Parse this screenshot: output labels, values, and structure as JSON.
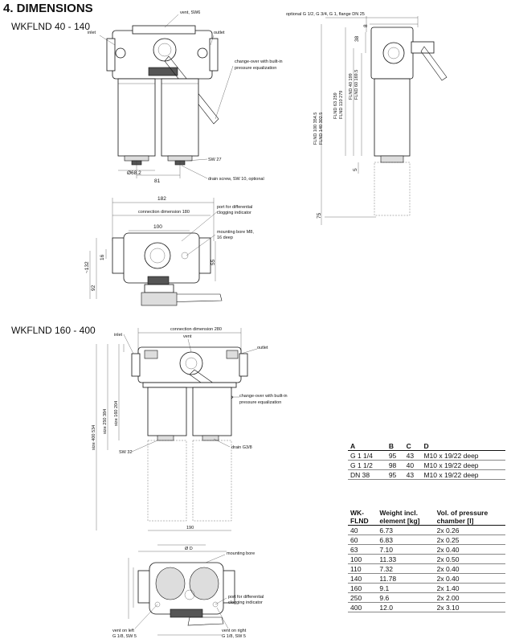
{
  "heading": "4. DIMENSIONS",
  "models": {
    "small": "WKFLND 40 - 140",
    "large": "WKFLND 160 - 400"
  },
  "labels": {
    "vent_sw6": "vent, SW6",
    "inlet": "inlet",
    "outlet": "outlet",
    "changeover_1": "change-over with built-in",
    "changeover_2": "pressure equalization",
    "sw27": "SW 27",
    "drain_screw": "drain screw, SW 10, optional",
    "optional_conn": "optional G 1/2, G 3/4, G 1, flange DN 25",
    "conn_dim_180": "connection dimension 180",
    "port_diff_1": "port for differential",
    "port_diff_2": "clogging indicator",
    "mounting_bore_1": "mounting bore M8,",
    "mounting_bore_2": "16 deep",
    "conn_dim_280": "connection dimension 280",
    "inlet2": "inlet",
    "vent2": "vent",
    "outlet2": "outlet",
    "changeover2_1": "change-over with built-in",
    "changeover2_2": "pressure equalization",
    "sw32": "SW 32",
    "drain_g38": "drain G3/8",
    "mount_bore2_1": "Ø D",
    "mount_bore2_2": "mounting bore",
    "port_diff2_1": "port for differential",
    "port_diff2_2": "clogging indicator",
    "vent_left_1": "vent on left",
    "vent_left_2": "G 1/8, SW 5",
    "vent_right_1": "vent on right",
    "vent_right_2": "G 1/8, SW 5"
  },
  "dims": {
    "d68": "Ø68.2",
    "d81": "81",
    "d182": "182",
    "d100": "100",
    "d16": "16",
    "d55": "55",
    "d132": "~132",
    "d92": "92",
    "d38": "38",
    "d8": "8",
    "d5": "5",
    "d75": "75",
    "flnd40_1": "FLND 40   199",
    "flnd40_2": "FLND 60   169.5",
    "flnd63_1": "FLND 63   259",
    "flnd63_2": "FLND 110   279",
    "flnd100_1": "FLND 100   354.5",
    "flnd100_2": "FLND 140   302.5",
    "size250_1": "size 250   384",
    "size250_2": "size 160   204",
    "size400": "size 400   534",
    "d190": "190"
  },
  "table_a": {
    "headers": [
      "A",
      "B",
      "C",
      "D"
    ],
    "rows": [
      [
        "G 1 1/4",
        "95",
        "43",
        "M10 x 19/22 deep"
      ],
      [
        "G 1 1/2",
        "98",
        "40",
        "M10 x 19/22 deep"
      ],
      [
        "DN 38",
        "95",
        "43",
        "M10 x 19/22 deep"
      ]
    ]
  },
  "table_b": {
    "headers": [
      [
        "WK-",
        "FLND"
      ],
      [
        "Weight incl.",
        "element [kg]"
      ],
      [
        "Vol. of pressure",
        "chamber [l]"
      ]
    ],
    "rows": [
      [
        "40",
        "6.73",
        "2x 0.26"
      ],
      [
        "60",
        "6.83",
        "2x 0.25"
      ],
      [
        "63",
        "7.10",
        "2x 0.40"
      ],
      [
        "100",
        "11.33",
        "2x 0.50"
      ],
      [
        "110",
        "7.32",
        "2x 0.40"
      ],
      [
        "140",
        "11.78",
        "2x 0.40"
      ],
      [
        "160",
        "9.1",
        "2x 1.40"
      ],
      [
        "250",
        "9.6",
        "2x 2.00"
      ],
      [
        "400",
        "12.0",
        "2x 3.10"
      ]
    ]
  }
}
